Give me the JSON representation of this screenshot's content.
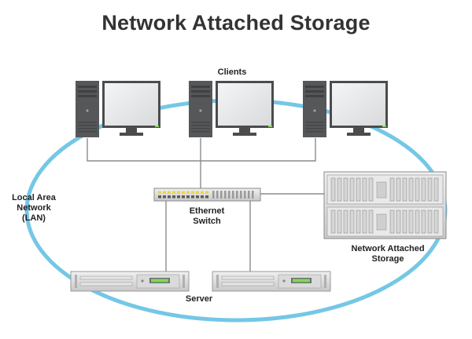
{
  "diagram": {
    "title": "Network Attached Storage",
    "labels": {
      "clients": "Clients",
      "lan": [
        "Local Area",
        "Network",
        "(LAN)"
      ],
      "switch": [
        "Ethernet",
        "Switch"
      ],
      "nas": [
        "Network Attached",
        "Storage"
      ],
      "server": "Server"
    },
    "nodes": [
      {
        "id": "client-1",
        "type": "desktop-computer"
      },
      {
        "id": "client-2",
        "type": "desktop-computer"
      },
      {
        "id": "client-3",
        "type": "desktop-computer"
      },
      {
        "id": "ethernet-switch",
        "type": "network-switch"
      },
      {
        "id": "nas",
        "type": "storage-array"
      },
      {
        "id": "server-1",
        "type": "rack-server"
      },
      {
        "id": "server-2",
        "type": "rack-server"
      }
    ],
    "edges": [
      {
        "from": "client-1",
        "to": "ethernet-switch"
      },
      {
        "from": "client-2",
        "to": "ethernet-switch"
      },
      {
        "from": "client-3",
        "to": "ethernet-switch"
      },
      {
        "from": "ethernet-switch",
        "to": "nas"
      },
      {
        "from": "ethernet-switch",
        "to": "server-1"
      },
      {
        "from": "ethernet-switch",
        "to": "server-2"
      }
    ],
    "colors": {
      "lan_ring": "#74c7e6",
      "tower": "#555759",
      "monitor_frame": "#4a4c4e",
      "screen": "#e9eaeb",
      "link": "#8c8c8c",
      "led": "#7ed957"
    }
  }
}
